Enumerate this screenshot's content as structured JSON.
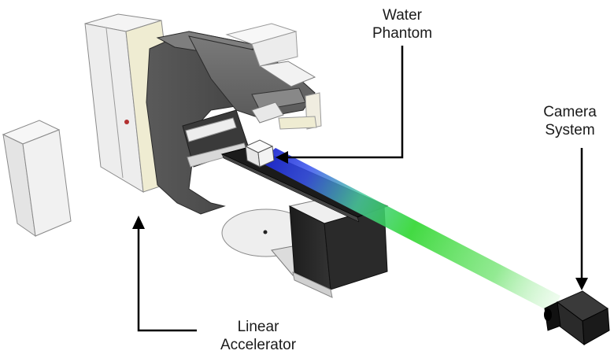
{
  "labels": {
    "water_phantom": [
      "Water",
      "Phantom"
    ],
    "camera_system": [
      "Camera",
      "System"
    ],
    "linear_accelerator": [
      "Linear",
      "Accelerator"
    ]
  },
  "colors": {
    "beam_blue": "#2233dd",
    "beam_green": "#22cc22",
    "gantry_dark": "#4a4a4a",
    "gantry_mid": "#6b6b6b",
    "cabinet_light": "#eeeeee",
    "cabinet_cream": "#efecd2",
    "couch_black": "#1a1a1a",
    "arrow_black": "#000000"
  }
}
